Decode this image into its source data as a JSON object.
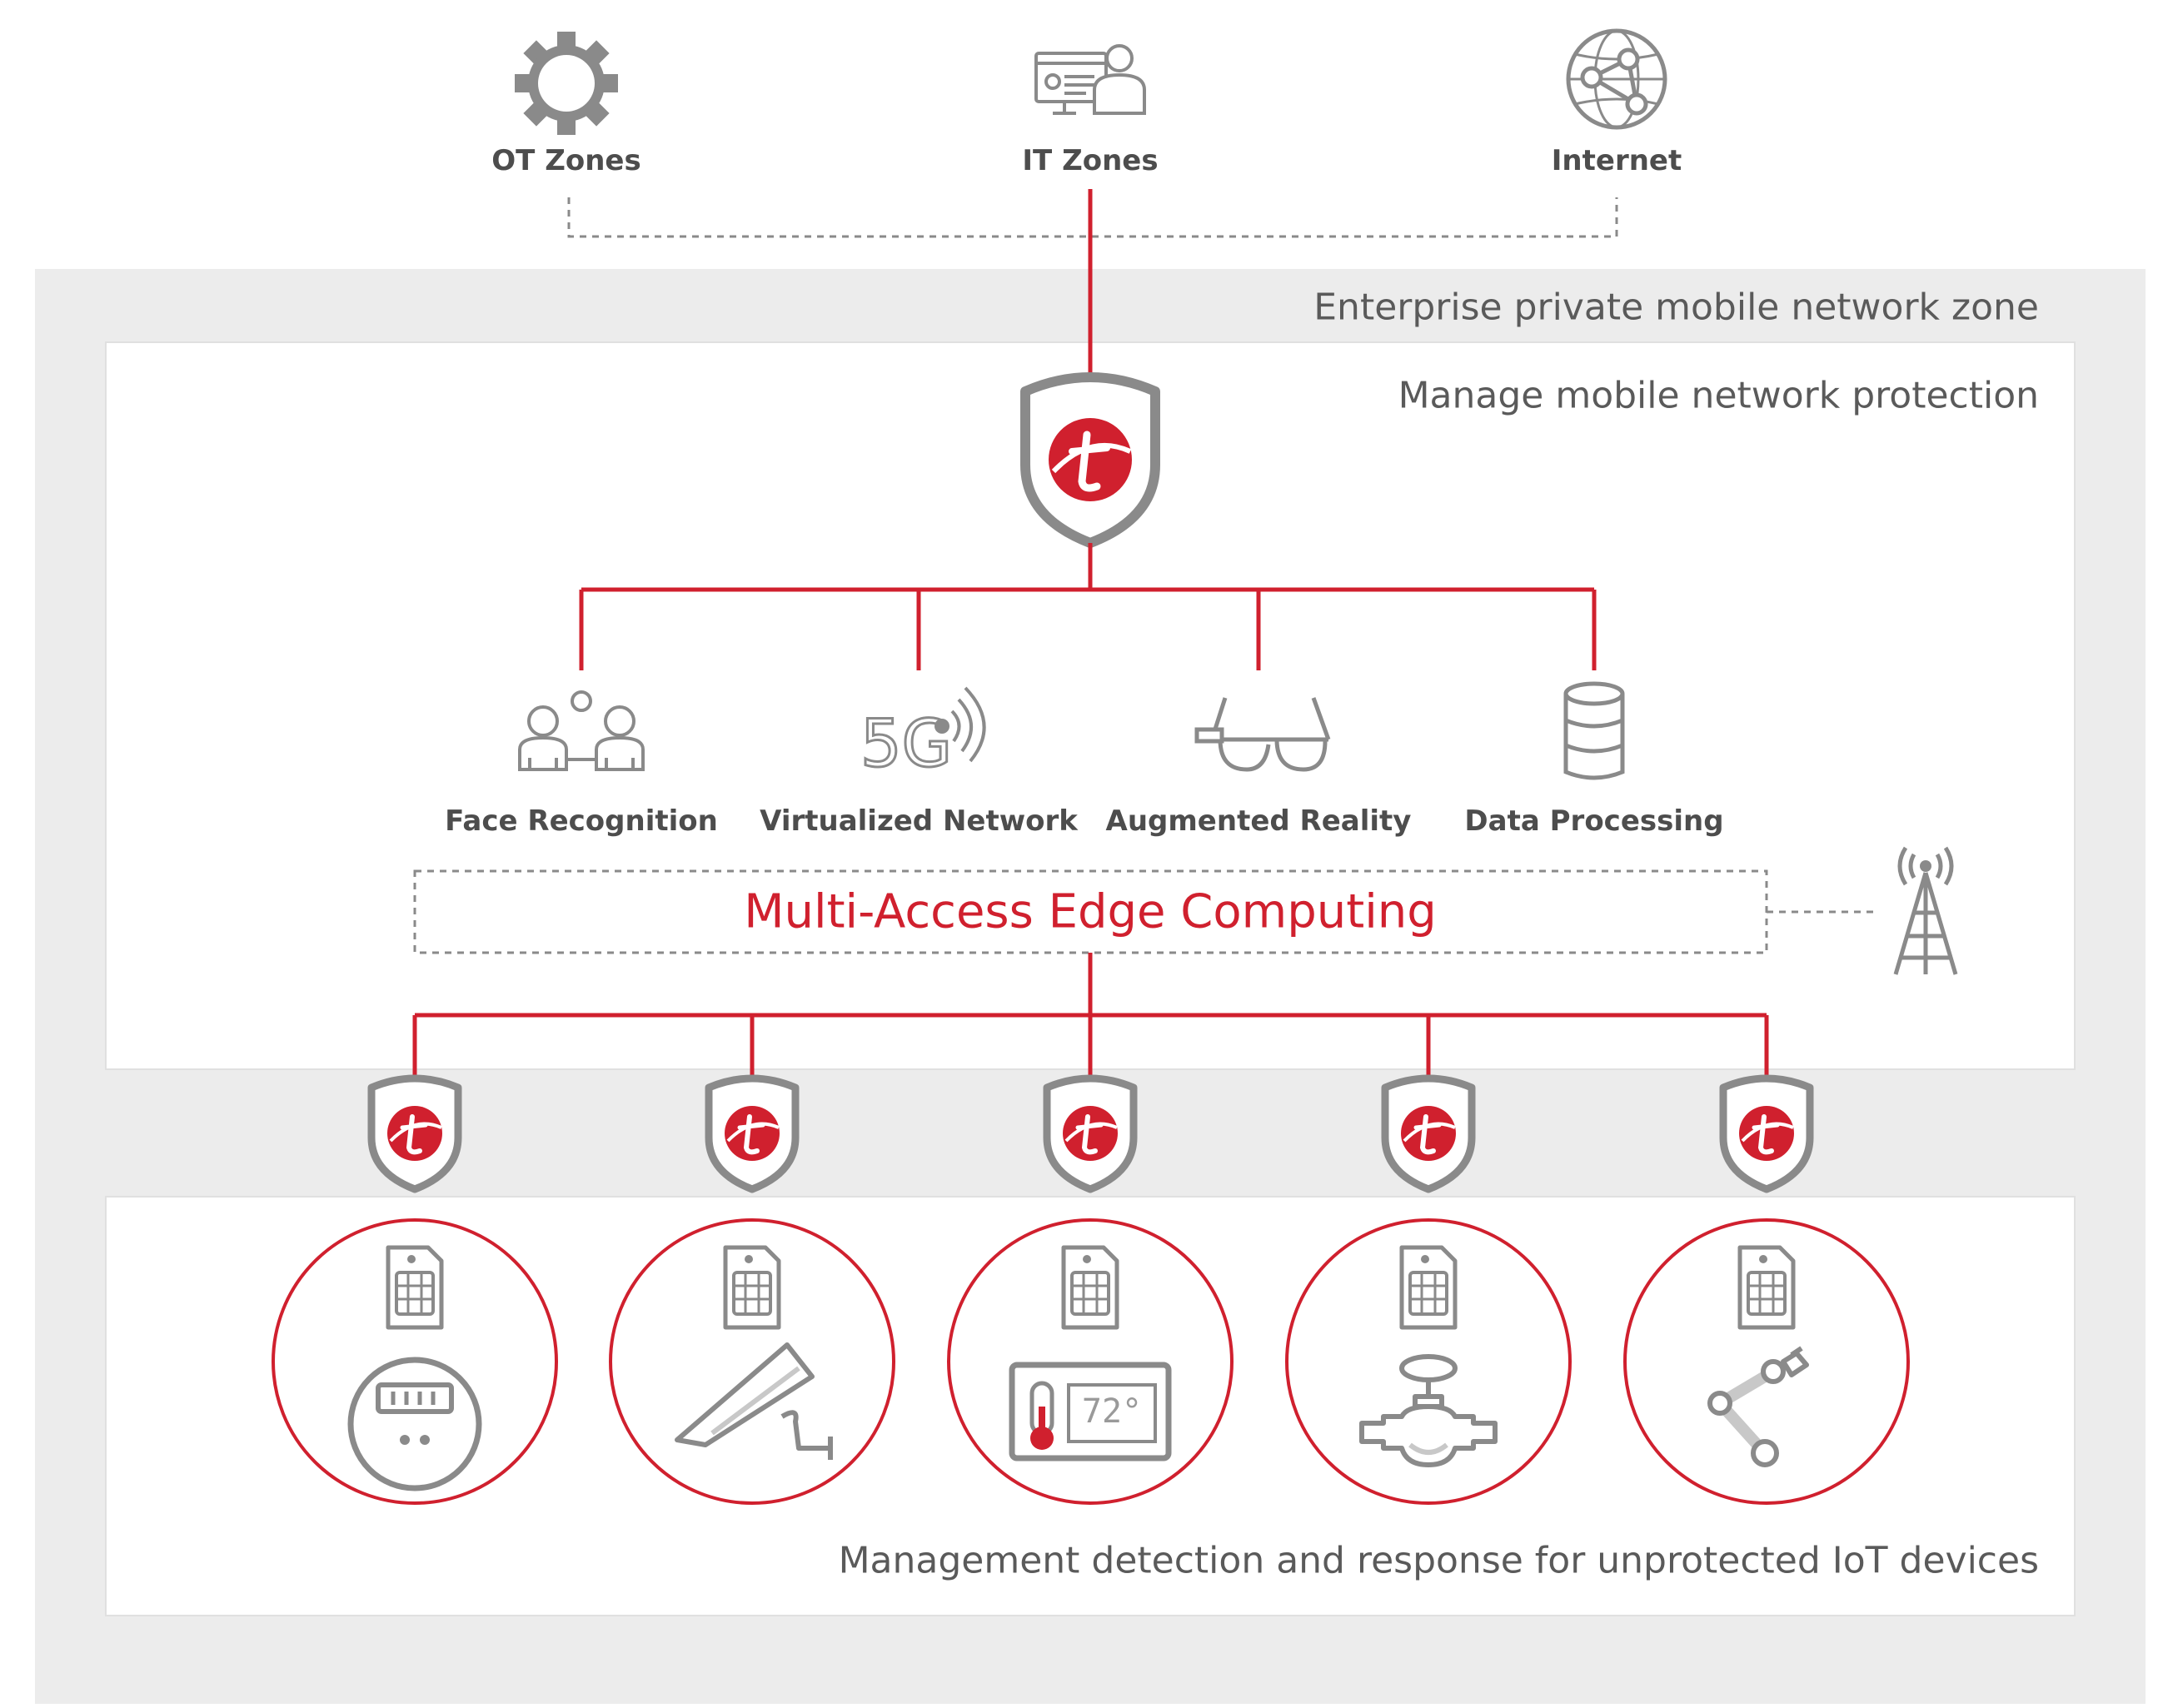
{
  "top": {
    "ot_label": "OT Zones",
    "it_label": "IT Zones",
    "internet_label": "Internet"
  },
  "zones": {
    "enterprise": "Enterprise private mobile network zone",
    "manage": "Manage mobile network protection",
    "iot": "Management detection and response for unprotected IoT devices"
  },
  "services": [
    {
      "label": "Face Recognition",
      "icon": "face-recognition-icon"
    },
    {
      "label": "Virtualized Network",
      "icon": "5g-icon"
    },
    {
      "label": "Augmented Reality",
      "icon": "ar-glasses-icon"
    },
    {
      "label": "Data Processing",
      "icon": "database-icon"
    }
  ],
  "mec": {
    "label": "Multi-Access Edge Computing"
  },
  "thermostat_reading": "72°",
  "devices": [
    {
      "icon": "smart-meter-icon"
    },
    {
      "icon": "security-camera-icon"
    },
    {
      "icon": "thermostat-icon"
    },
    {
      "icon": "valve-icon"
    },
    {
      "icon": "robotic-arm-icon"
    }
  ],
  "colors": {
    "red": "#d0202e",
    "gray": "#8a8a8a",
    "zone_bg": "#ececec",
    "panel_bg": "#ffffff"
  }
}
